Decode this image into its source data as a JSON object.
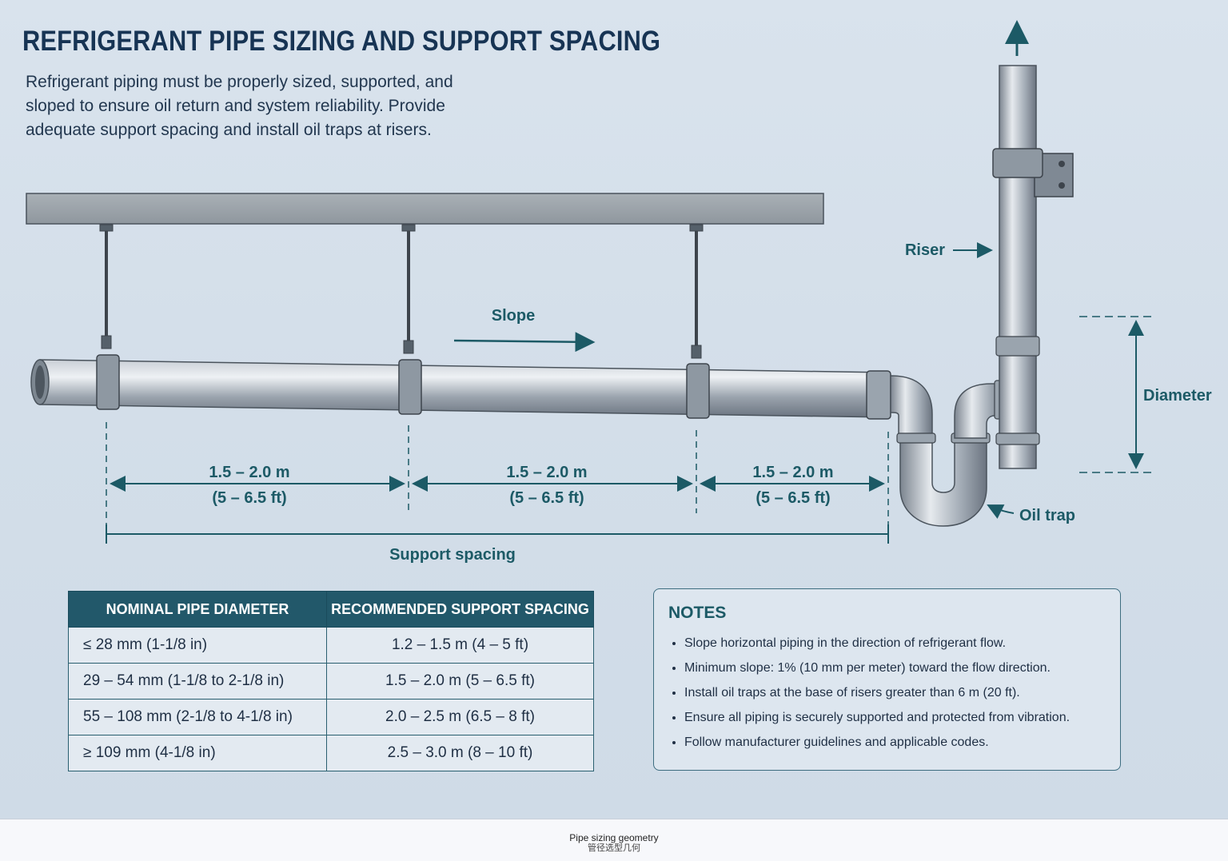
{
  "title": "REFRIGERANT PIPE SIZING AND SUPPORT SPACING",
  "intro": "Refrigerant piping must be properly sized, supported, and sloped to ensure oil return and system reliability. Provide adequate support spacing and install oil traps at risers.",
  "diagram": {
    "slope_label": "Slope",
    "riser_label": "Riser",
    "diameter_label": "Diameter",
    "oil_trap_label": "Oil trap",
    "support_spacing_label": "Support spacing",
    "spans": [
      {
        "metric": "1.5 – 2.0 m",
        "imperial": "(5 – 6.5 ft)"
      },
      {
        "metric": "1.5 – 2.0 m",
        "imperial": "(5 – 6.5 ft)"
      },
      {
        "metric": "1.5 – 2.0 m",
        "imperial": "(5 – 6.5 ft)"
      }
    ]
  },
  "table": {
    "headers": [
      "NOMINAL PIPE DIAMETER",
      "RECOMMENDED SUPPORT SPACING"
    ],
    "rows": [
      [
        "≤ 28 mm (1-1/8 in)",
        "1.2 – 1.5 m (4 – 5 ft)"
      ],
      [
        "29 – 54 mm (1-1/8 to 2-1/8 in)",
        "1.5 – 2.0 m (5 – 6.5 ft)"
      ],
      [
        "55 – 108 mm (2-1/8 to 4-1/8 in)",
        "2.0 – 2.5 m (6.5 – 8 ft)"
      ],
      [
        "≥ 109 mm (4-1/8 in)",
        "2.5 – 3.0 m (8 – 10 ft)"
      ]
    ]
  },
  "notes": {
    "title": "NOTES",
    "items": [
      "Slope horizontal piping in the direction of refrigerant flow.",
      "Minimum slope: 1% (10 mm per meter)  toward the flow direction.",
      "Install oil traps at the base of risers greater than 6 m (20 ft).",
      "Ensure all piping is securely supported and protected from vibration.",
      "Follow manufacturer guidelines and applicable codes."
    ]
  },
  "caption": {
    "line1": "Pipe sizing geometry",
    "line2": "管径选型几何"
  }
}
